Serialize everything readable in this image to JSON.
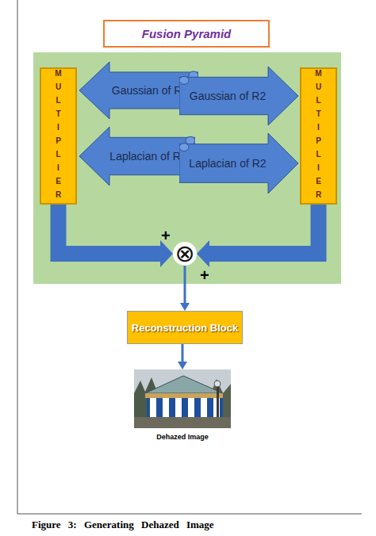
{
  "diagram": {
    "caption": "Figure 3: Generating Dehazed Image",
    "nodes": [
      {
        "text": [
          "Fusion Pyramid"
        ]
      },
      {
        "text": [
          "MULTIPLIER"
        ]
      },
      {
        "text": [
          "Gaussian of R1"
        ]
      },
      {
        "text": [
          "Gaussian of R2"
        ]
      },
      {
        "text": [
          "Laplacian of R1"
        ]
      },
      {
        "text": [
          "Laplacian of R2"
        ]
      },
      {
        "text": [
          "MULTIPLIER"
        ]
      },
      {
        "text": [
          "⊗"
        ]
      },
      {
        "text": [
          "Reconstruction Block"
        ]
      },
      {
        "text": [
          "Dehazed Image"
        ]
      }
    ],
    "edges": [
      {
        "from": 1,
        "to": 7,
        "arrow": "to"
      },
      {
        "from": 6,
        "to": 7,
        "arrow": "to"
      },
      {
        "from": 7,
        "to": 8,
        "arrow": "to"
      },
      {
        "from": 8,
        "to": 9,
        "arrow": "to"
      }
    ],
    "labels": [
      "+",
      "+"
    ]
  }
}
